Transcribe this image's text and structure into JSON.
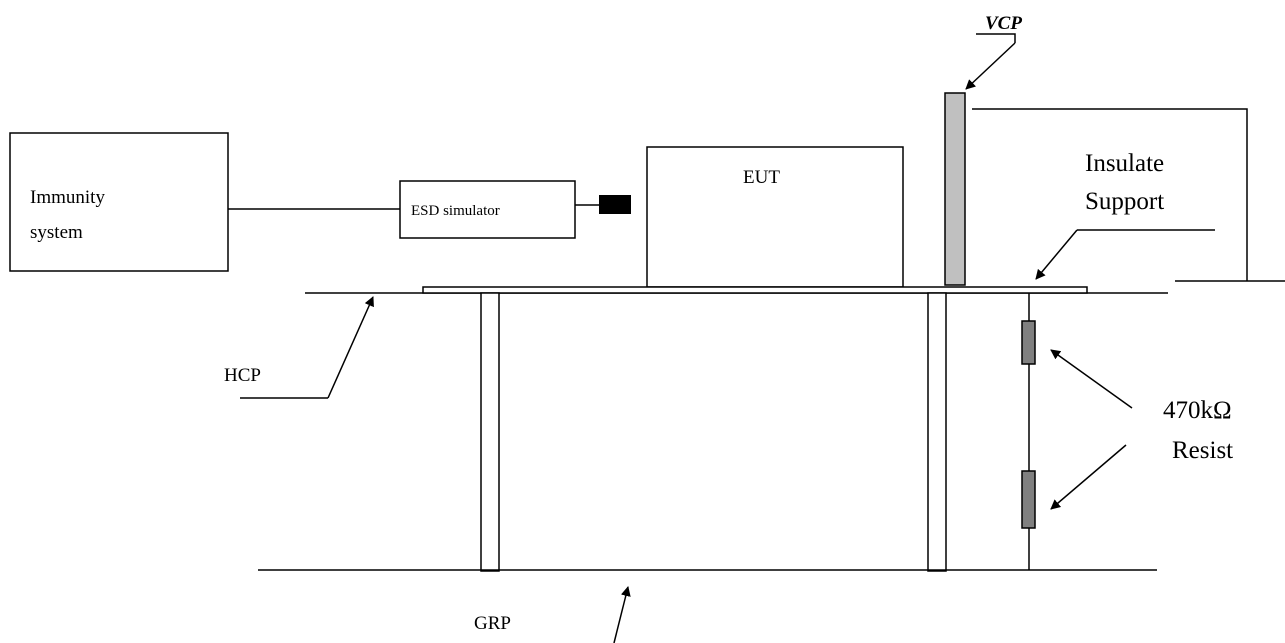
{
  "labels": {
    "vcp": "VCP",
    "immunity_system_line1": "Immunity",
    "immunity_system_line2": "system",
    "esd_simulator": "ESD simulator",
    "eut": "EUT",
    "insulate_support_line1": "Insulate",
    "insulate_support_line2": "Support",
    "hcp": "HCP",
    "resistor_line1": "470kΩ",
    "resistor_line2": "Resist",
    "grp": "GRP"
  },
  "colors": {
    "vcp_fill": "#c0c0c0",
    "resistor_fill": "#808080",
    "connector_fill": "#000000",
    "line": "#000000",
    "background": "#ffffff"
  }
}
